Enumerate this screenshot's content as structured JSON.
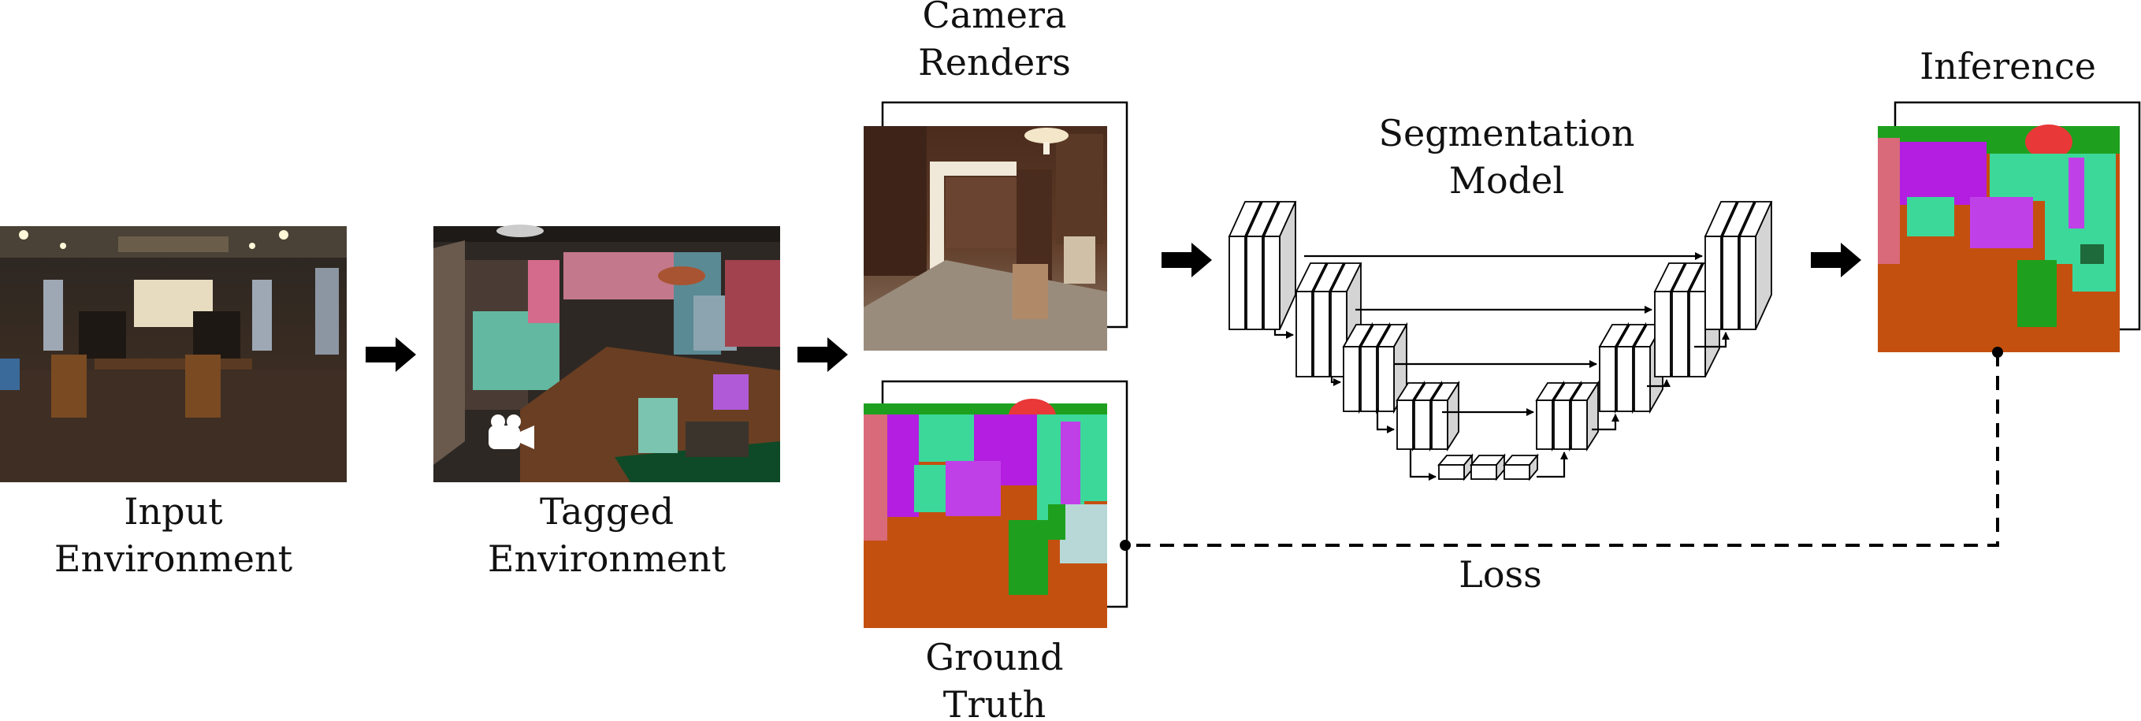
{
  "labels": {
    "input_line1": "Input",
    "input_line2": "Environment",
    "tagged_line1": "Tagged",
    "tagged_line2": "Environment",
    "renders_line1": "Camera",
    "renders_line2": "Renders",
    "gt_line1": "Ground",
    "gt_line2": "Truth",
    "model_line1": "Segmentation",
    "model_line2": "Model",
    "inference": "Inference",
    "loss": "Loss"
  },
  "colors": {
    "seg_orange": "#c4500f",
    "seg_magenta": "#b41ee0",
    "seg_teal": "#3cd89a",
    "seg_green": "#1ea01e",
    "seg_red": "#e83838",
    "seg_pink": "#d86a7a",
    "seg_violet": "#c040e8",
    "block_face": "#ffffff",
    "block_side": "#d4d4d4"
  }
}
